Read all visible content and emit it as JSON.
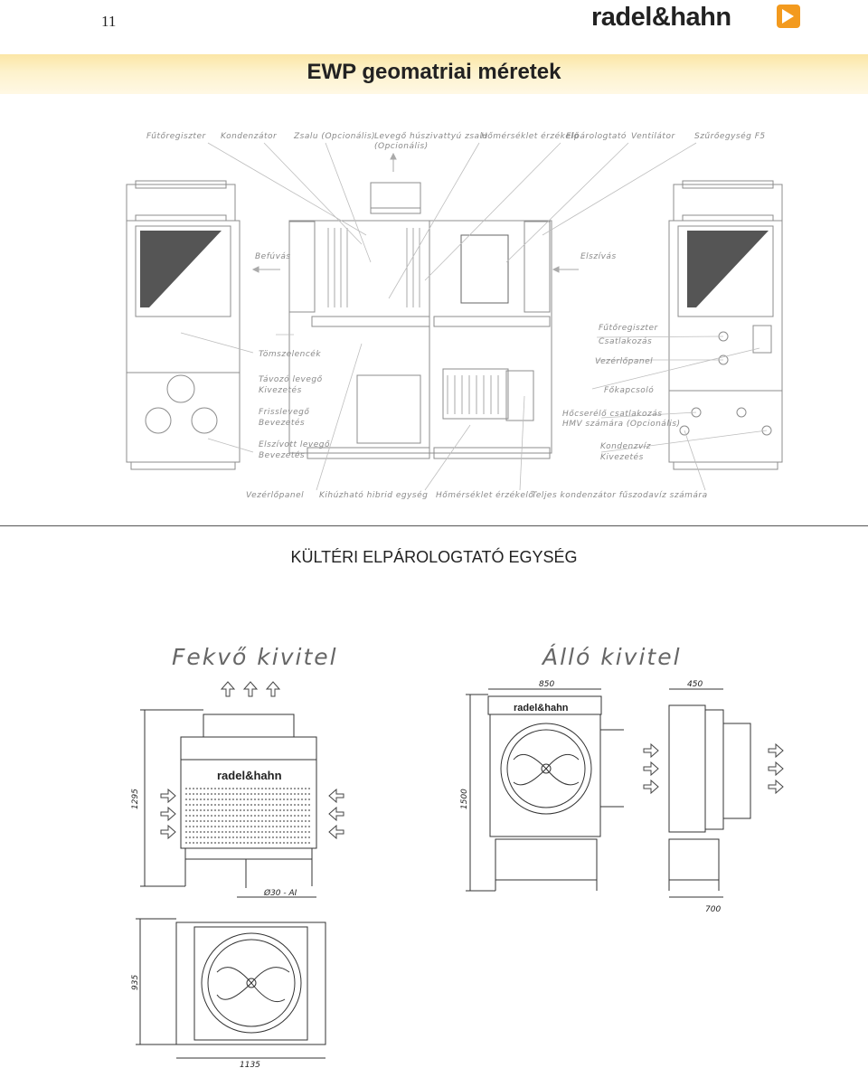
{
  "page_number": "11",
  "logo_text": "radel&hahn",
  "title": "EWP geomatriai méretek",
  "top_labels": [
    "Fűtőregiszter",
    "Kondenzátor",
    "Zsalu (Opcionális)",
    "Levegő húszivattyú zsalu",
    "(Opcionális)",
    "Hőmérséklet érzékelő",
    "Elpárologtató",
    "Ventilátor",
    "Szűrőegység F5"
  ],
  "side_labels": {
    "befuvas": "Befúvás",
    "elszivas": "Elszívás",
    "tomszelencek": "Tömszelencék",
    "tavozo1": "Távozó levegő",
    "tavozo2": "Kivezetés",
    "friss1": "Frisslevegő",
    "friss2": "Bevezetés",
    "elszivott1": "Elszívott levegő",
    "elszivott2": "Bevezetés",
    "futo1": "Fűtőregiszter",
    "futo2": "Csatlakozás",
    "vezerlopanel": "Vezérlőpanel",
    "fokapcsolo": "Főkapcsoló",
    "hocserelo1": "Hőcserélő csatlakozás",
    "hocserelo2": "HMV számára (Opcionális)",
    "kondenz1": "Kondenzvíz",
    "kondenz2": "Kivezetés"
  },
  "bottom_labels": [
    "Vezérlőpanel",
    "Kihúzható hibrid egység",
    "Hőmérséklet érzékelő",
    "Teljes kondenzátor fűszodavíz számára"
  ],
  "subtitle": "KÜLTÉRI ELPÁROLOGTATÓ EGYSÉG",
  "drawing": {
    "fekvo_title": "Fekvő kivitel",
    "allo_title": "Álló kivitel",
    "unit_logo": "radel&hahn",
    "dim_1295": "1295",
    "dim_pipe": "Ø30 - AI",
    "dim_935": "935",
    "dim_1135": "1135",
    "dim_850": "850",
    "dim_450": "450",
    "dim_1500": "1500",
    "dim_700": "700"
  }
}
